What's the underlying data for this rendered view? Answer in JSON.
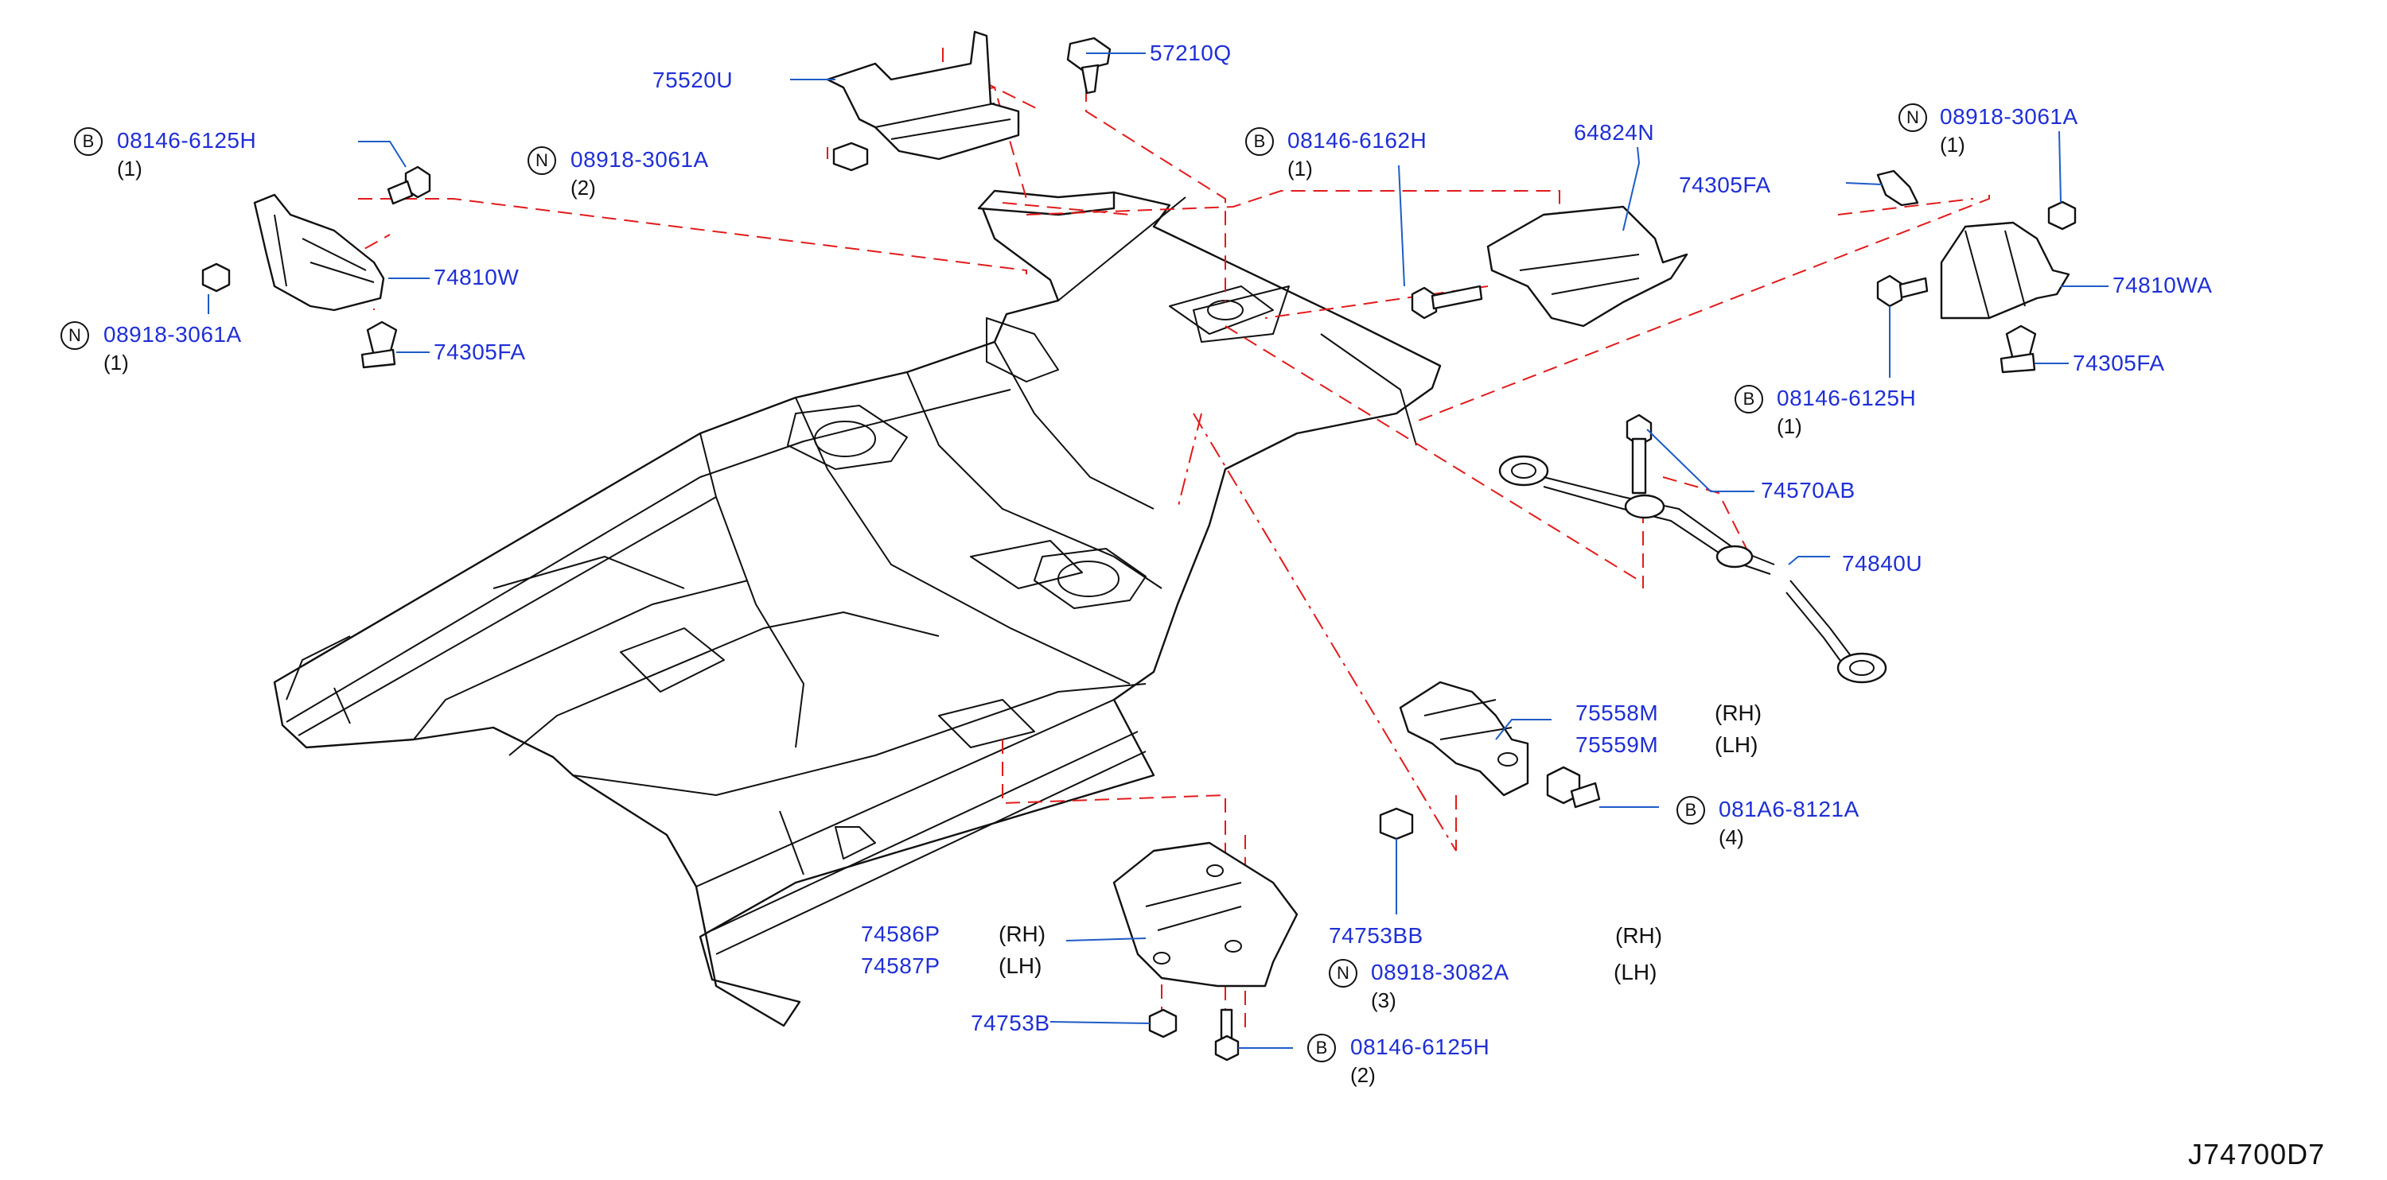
{
  "diagram_code": "J74700D7",
  "callouts": [
    {
      "id": "75520U",
      "part_no": "75520U"
    },
    {
      "id": "57210Q",
      "part_no": "57210Q"
    },
    {
      "id": "bolt-tl",
      "badge": "B",
      "part_no": "08146-6125H",
      "qty": "(1)"
    },
    {
      "id": "nut-c",
      "badge": "N",
      "part_no": "08918-3061A",
      "qty": "(2)"
    },
    {
      "id": "bolt-c",
      "badge": "B",
      "part_no": "08146-6162H",
      "qty": "(1)"
    },
    {
      "id": "64824N",
      "part_no": "64824N"
    },
    {
      "id": "74305FA-c",
      "part_no": "74305FA"
    },
    {
      "id": "nut-tr",
      "badge": "N",
      "part_no": "08918-3061A",
      "qty": "(1)"
    },
    {
      "id": "74810W",
      "part_no": "74810W"
    },
    {
      "id": "nut-l",
      "badge": "N",
      "part_no": "08918-3061A",
      "qty": "(1)"
    },
    {
      "id": "74305FA-l",
      "part_no": "74305FA"
    },
    {
      "id": "74810WA",
      "part_no": "74810WA"
    },
    {
      "id": "74305FA-r",
      "part_no": "74305FA"
    },
    {
      "id": "bolt-r",
      "badge": "B",
      "part_no": "08146-6125H",
      "qty": "(1)"
    },
    {
      "id": "74570AB",
      "part_no": "74570AB"
    },
    {
      "id": "74840U",
      "part_no": "74840U"
    },
    {
      "id": "75558M",
      "part_no": "75558M",
      "side": "(RH)"
    },
    {
      "id": "75559M",
      "part_no": "75559M",
      "side": "(LH)"
    },
    {
      "id": "bolt-081A6",
      "badge": "B",
      "part_no": "081A6-8121A",
      "qty": "(4)"
    },
    {
      "id": "74586P",
      "part_no": "74586P",
      "side": "(RH)"
    },
    {
      "id": "74587P",
      "part_no": "74587P",
      "side": "(LH)"
    },
    {
      "id": "74753BB",
      "part_no": "74753BB",
      "side": "(RH)"
    },
    {
      "id": "nut-3082A",
      "badge": "N",
      "part_no": "08918-3082A",
      "side": "(LH)",
      "qty": "(3)"
    },
    {
      "id": "74753B",
      "part_no": "74753B"
    },
    {
      "id": "bolt-b",
      "badge": "B",
      "part_no": "08146-6125H",
      "qty": "(2)"
    }
  ],
  "colors": {
    "label": "#1f2fd6",
    "leader": "#1e5cc6",
    "assembly_line": "#e21b1b",
    "outline": "#111111"
  }
}
